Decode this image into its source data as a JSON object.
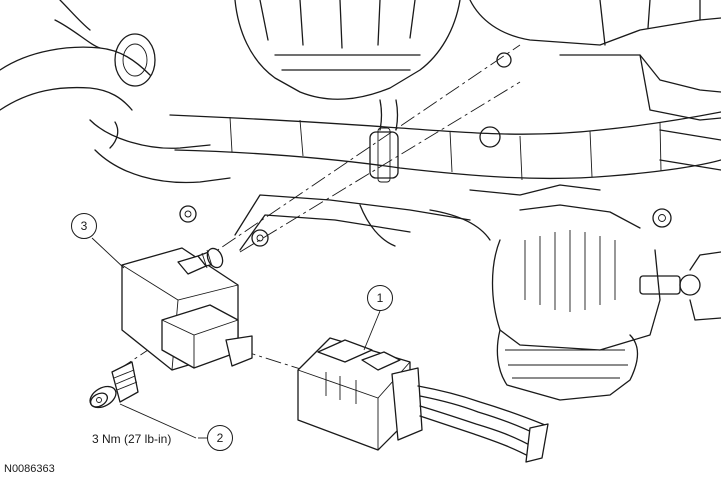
{
  "figure": {
    "reference_id": "N0086363",
    "callouts": [
      {
        "number": "1"
      },
      {
        "number": "2",
        "torque_label": "3 Nm (27 lb-in)"
      },
      {
        "number": "3"
      }
    ]
  }
}
